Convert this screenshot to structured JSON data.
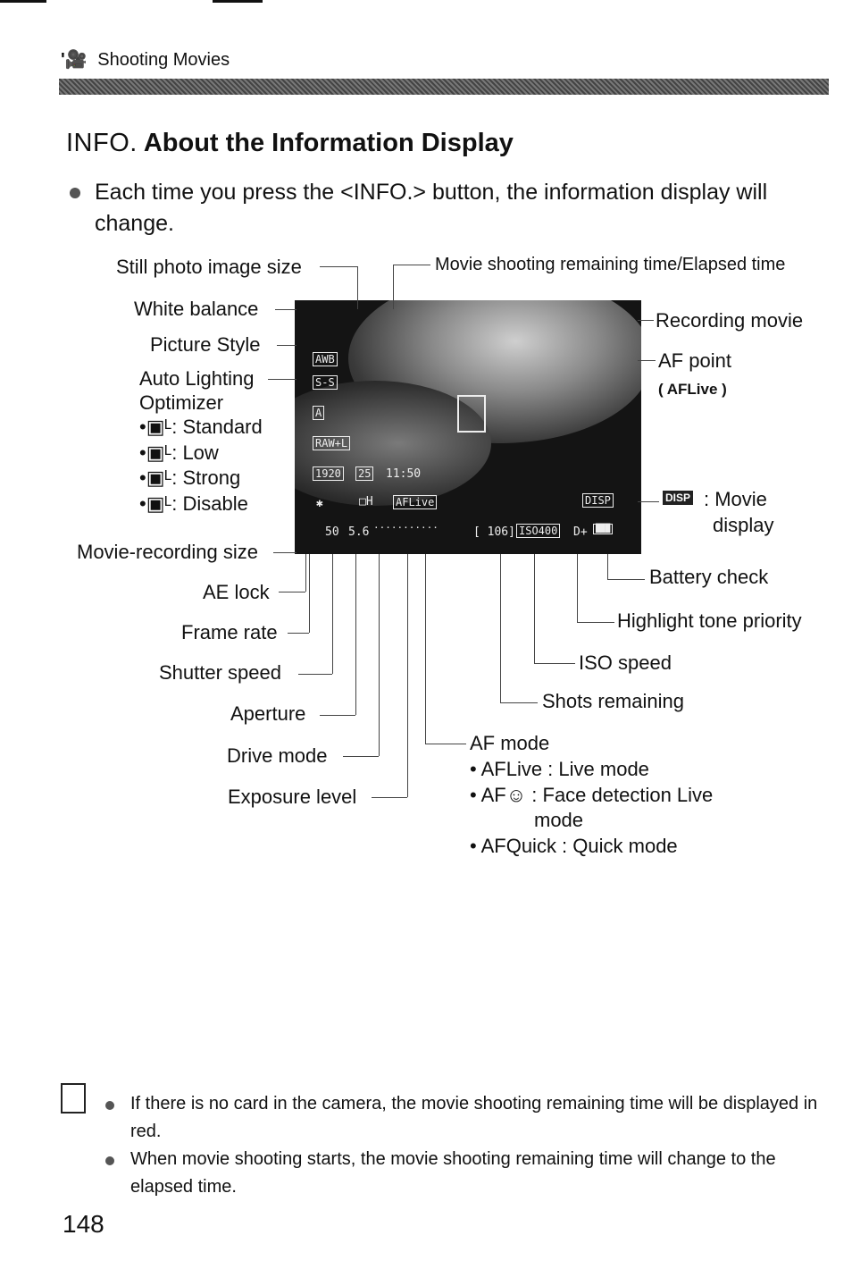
{
  "header": {
    "section_glyph": "'🎥",
    "section": "Shooting Movies"
  },
  "title": {
    "info_key": "INFO.",
    "text": "About the Information Display"
  },
  "intro": "Each time you press the <INFO.> button, the information display will change.",
  "labels_left": {
    "still_size": "Still photo image size",
    "white_balance": "White balance",
    "picture_style": "Picture Style",
    "alo_line1": "Auto Lighting",
    "alo_line2": "Optimizer",
    "alo_items": [
      "•▣ᴸ: Standard",
      "•▣ᴸ: Low",
      "•▣ᴸ: Strong",
      "•▣ᴸ: Disable"
    ],
    "movie_size": "Movie-recording size",
    "ae_lock": "AE lock",
    "frame_rate": "Frame rate",
    "shutter": "Shutter speed",
    "aperture": "Aperture",
    "drive": "Drive mode",
    "exposure": "Exposure level"
  },
  "labels_right": {
    "remaining_time": "Movie shooting remaining time/Elapsed time",
    "recording": "Recording movie",
    "af_point": "AF point",
    "af_point_sub": "( AFLive )",
    "movie_display_icon": "DISP",
    "movie_display_1": ": Movie",
    "movie_display_2": "display",
    "battery": "Battery check",
    "highlight": "Highlight tone priority",
    "iso": "ISO speed",
    "shots": "Shots remaining",
    "af_mode": "AF mode",
    "af_items": [
      "• AFLive : Live mode",
      "• AF☺ : Face detection Live",
      "mode",
      "• AFQuick : Quick mode"
    ]
  },
  "screen": {
    "awb": "AWB",
    "style": "S-S",
    "alo": "A",
    "raw": "RAW+L",
    "movie_size": "1920",
    "frame_rate": "25",
    "time": "11:50",
    "ae_lock": "✱",
    "drive": "□H",
    "af": "AFLive",
    "disp": "DISP",
    "shutter": "50",
    "aperture": "5.6",
    "scale": "···········",
    "shots": "[ 106]",
    "iso": "ISO400",
    "highlight": "D+",
    "battery": "███"
  },
  "notes": [
    "If there is no card in the camera, the movie shooting remaining time will be displayed in red.",
    "When movie shooting starts, the movie shooting remaining time will change to the elapsed time."
  ],
  "page_number": "148"
}
